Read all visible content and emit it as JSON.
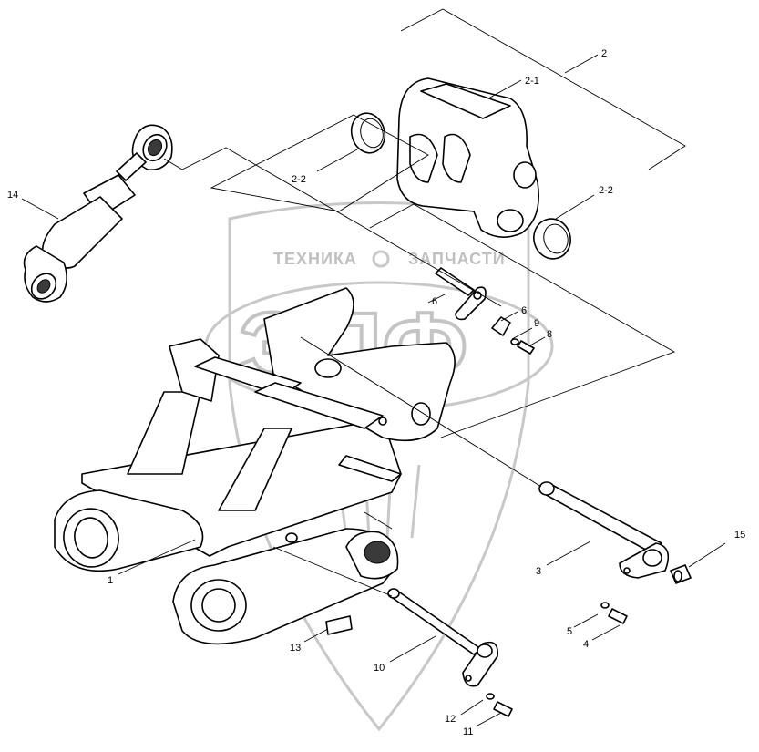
{
  "watermark": {
    "brand_left": "ТЕХНИКА",
    "brand_right": "ЗАПЧАСТИ",
    "logo": "ЭПФ"
  },
  "callouts": [
    {
      "id": "c1",
      "text": "1"
    },
    {
      "id": "c2",
      "text": "2"
    },
    {
      "id": "c2_1",
      "text": "2-1"
    },
    {
      "id": "c2_2a",
      "text": "2-2"
    },
    {
      "id": "c2_2b",
      "text": "2-2"
    },
    {
      "id": "c3",
      "text": "3"
    },
    {
      "id": "c4",
      "text": "4"
    },
    {
      "id": "c5",
      "text": "5"
    },
    {
      "id": "c6a",
      "text": "6"
    },
    {
      "id": "c6b",
      "text": "6"
    },
    {
      "id": "c8",
      "text": "8"
    },
    {
      "id": "c9",
      "text": "9"
    },
    {
      "id": "c10",
      "text": "10"
    },
    {
      "id": "c11",
      "text": "11"
    },
    {
      "id": "c12",
      "text": "12"
    },
    {
      "id": "c13",
      "text": "13"
    },
    {
      "id": "c14",
      "text": "14"
    },
    {
      "id": "c15",
      "text": "15"
    }
  ]
}
